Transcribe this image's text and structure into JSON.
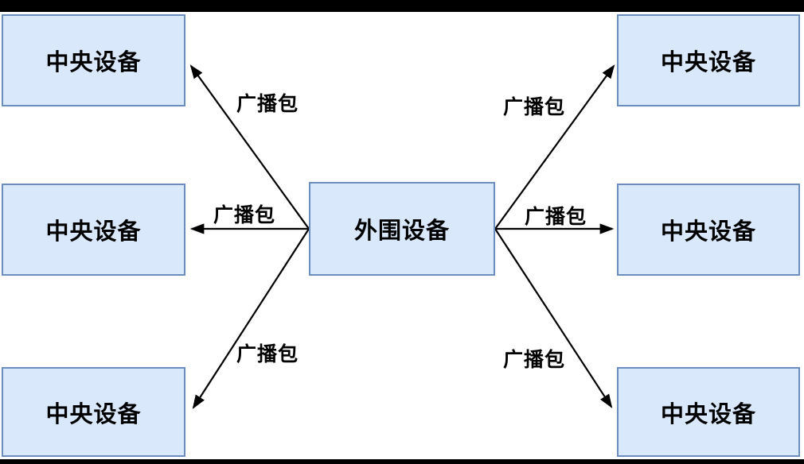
{
  "diagram": {
    "peripheral": {
      "label": "外围设备"
    },
    "centrals": [
      {
        "position": "top-left",
        "label": "中央设备"
      },
      {
        "position": "middle-left",
        "label": "中央设备"
      },
      {
        "position": "bottom-left",
        "label": "中央设备"
      },
      {
        "position": "top-right",
        "label": "中央设备"
      },
      {
        "position": "middle-right",
        "label": "中央设备"
      },
      {
        "position": "bottom-right",
        "label": "中央设备"
      }
    ],
    "edges": [
      {
        "from": "peripheral",
        "to": "top-left",
        "label": "广播包"
      },
      {
        "from": "peripheral",
        "to": "middle-left",
        "label": "广播包"
      },
      {
        "from": "peripheral",
        "to": "bottom-left",
        "label": "广播包"
      },
      {
        "from": "peripheral",
        "to": "top-right",
        "label": "广播包"
      },
      {
        "from": "peripheral",
        "to": "middle-right",
        "label": "广播包"
      },
      {
        "from": "peripheral",
        "to": "bottom-right",
        "label": "广播包"
      }
    ],
    "colors": {
      "node_fill": "#dae8fc",
      "node_border": "#6c8ebf",
      "arrow": "#000000",
      "text": "#000000",
      "background": "#ffffff",
      "letterbox": "#000000"
    }
  }
}
